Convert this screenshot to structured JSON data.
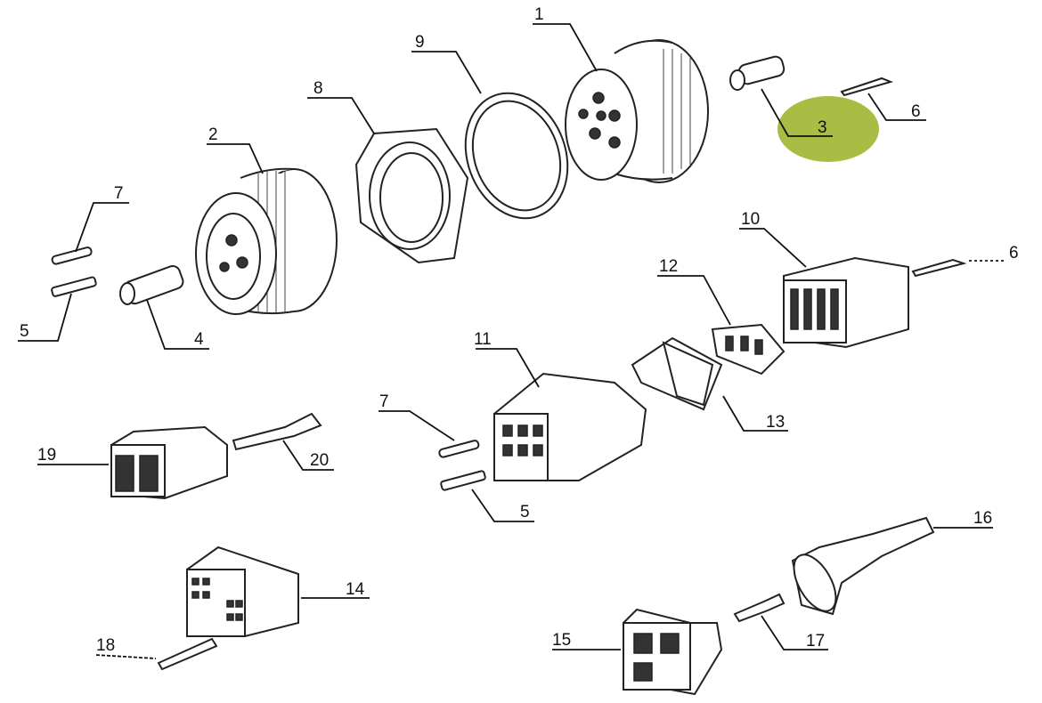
{
  "highlight_color": "#a9bd45",
  "highlighted_part": "3",
  "labels": {
    "p1": "1",
    "p2": "2",
    "p3": "3",
    "p4": "4",
    "p5a": "5",
    "p5b": "5",
    "p6a": "6",
    "p6b": "6",
    "p7a": "7",
    "p7b": "7",
    "p8": "8",
    "p9": "9",
    "p10": "10",
    "p11": "11",
    "p12": "12",
    "p13": "13",
    "p14": "14",
    "p15": "15",
    "p16": "16",
    "p17": "17",
    "p18": "18",
    "p19": "19",
    "p20": "20"
  }
}
